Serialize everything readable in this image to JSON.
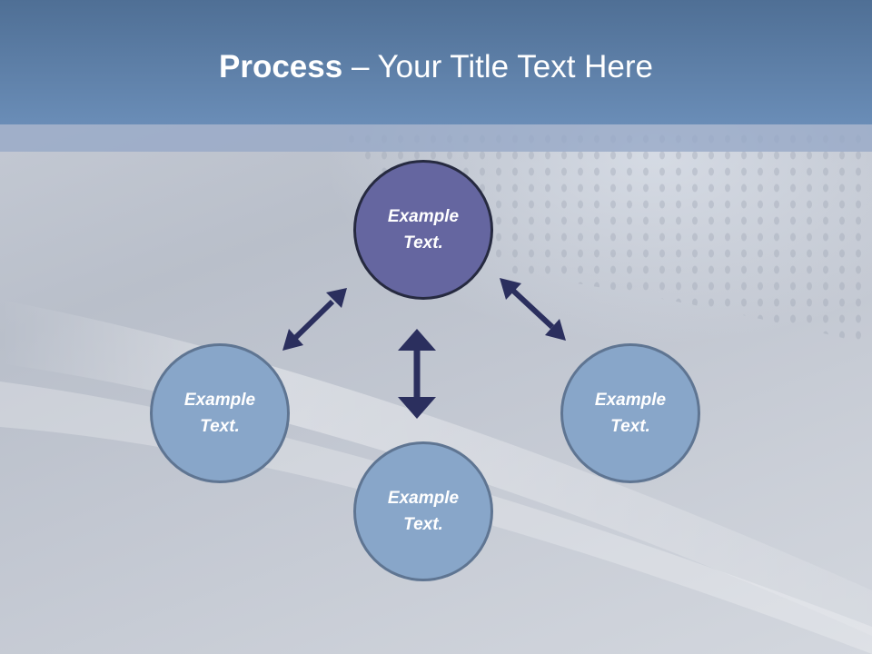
{
  "title": {
    "bold": "Process",
    "rest": " – Your Title Text Here"
  },
  "nodes": {
    "top": "Example\nText.",
    "left": "Example\nText.",
    "right": "Example\nText.",
    "bottom": "Example\nText."
  },
  "colors": {
    "title_bar": "#5f81ab",
    "top_node_fill": "#6566a0",
    "top_node_border": "#262a40",
    "side_node_fill": "#88a6c9",
    "side_node_border": "#5f7592",
    "arrow": "#2b2f5e"
  }
}
